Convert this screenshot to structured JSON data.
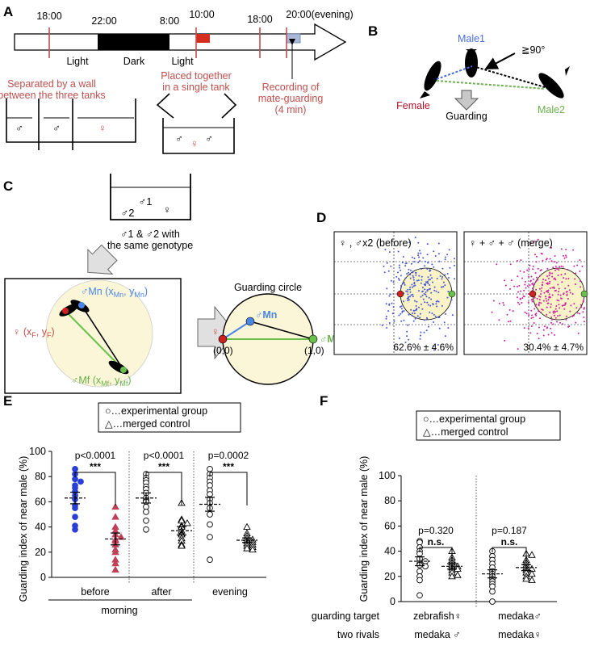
{
  "panels": {
    "A": {
      "label": "A",
      "times": [
        "18:00",
        "22:00",
        "8:00",
        "10:00",
        "18:00",
        "20:00(evening)"
      ],
      "light1": "Light",
      "dark": "Dark",
      "light2": "Light",
      "wall_note": [
        "Separated by a wall",
        "between the three tanks"
      ],
      "together_note": [
        "Placed together",
        "in a single tank"
      ],
      "recording_note": [
        "Recording of",
        "mate-guarding",
        "(4 min)"
      ],
      "male_symbol": "♂",
      "female_symbol": "♀",
      "colors": {
        "note": "#c0504d",
        "red_box": "#d62e1e",
        "blue_box": "#aab8d8"
      }
    },
    "B": {
      "label": "B",
      "male1": "Male1",
      "male2": "Male2",
      "female": "Female",
      "angle": "≧90°",
      "guarding": "Guarding",
      "colors": {
        "male1": "#4a6ee0",
        "male2": "#6ab04c",
        "female": "#b0102a"
      }
    },
    "C": {
      "label": "C",
      "tank_male1": "♂1",
      "tank_male2": "♂2",
      "tank_female": "♀",
      "genotype_note": [
        "♂1 & ♂2 with",
        "the same genotype"
      ],
      "f_label": "♀ (x",
      "f_sub": "F",
      "f_mid": ", y",
      "f_end": ")",
      "mn_label": "♂Mn (x",
      "mn_sub": "Mn",
      "mn_mid": ", y",
      "mn_end": ")",
      "mf_label": "♂Mf (x",
      "mf_sub": "Mf",
      "mf_mid": ", y",
      "mf_end": ")",
      "circle_title": "Guarding circle",
      "circle_mn": "♂Mn",
      "circle_mf": "♂Mf",
      "circle_female": "♀",
      "origin": "(0,0)",
      "unit": "(1,0)"
    },
    "D": {
      "label": "D",
      "left_title": "♀ , ♂x2  (before)",
      "right_title": "♀ + ♂ + ♂  (merge)",
      "left_pct": "62.6% ± 4.6%",
      "right_pct": "30.4% ± 4.7%",
      "colors": {
        "before_dots": "#4455dd",
        "merge_dots": "#d020a0",
        "circle_fill": "#fbf3c8"
      }
    },
    "E": {
      "label": "E",
      "legend": [
        "○…experimental group",
        "△…merged control"
      ],
      "groups": [
        "before",
        "after",
        "evening"
      ],
      "bracket_label": "morning",
      "pvalues": [
        "p<0.0001",
        "p<0.0001",
        "p=0.0002"
      ],
      "stars": [
        "***",
        "***",
        "***"
      ]
    },
    "F": {
      "label": "F",
      "legend": [
        "○…experimental group",
        "△…merged control"
      ],
      "row1_label": "guarding target",
      "row2_label": "two rivals",
      "target_1": "zebrafish♀",
      "target_2": "medaka♂",
      "rivals_1": "medaka ♂",
      "rivals_2": "medaka♀",
      "pvalues": [
        "p=0.320",
        "p=0.187"
      ],
      "ns": [
        "n.s.",
        "n.s."
      ]
    }
  },
  "chart_data": [
    {
      "type": "scatter",
      "panel": "E",
      "ylabel": "Guarding index of near male (%)",
      "ylim": [
        0,
        100
      ],
      "yticks": [
        0,
        20,
        40,
        60,
        80,
        100
      ],
      "series": [
        {
          "name": "before",
          "marker": "circle-filled",
          "color": "#2a3fd6",
          "mean": 63,
          "sem": 4.6,
          "values": [
            86,
            82,
            78,
            76,
            73,
            71,
            68,
            65,
            62,
            57,
            55,
            48,
            41,
            38
          ]
        },
        {
          "name": "before",
          "marker": "triangle-filled",
          "color": "#c0405a",
          "mean": 30.5,
          "sem": 4.7,
          "values": [
            56,
            48,
            40,
            37,
            34,
            32,
            30,
            29,
            26,
            22,
            20,
            14,
            11,
            6
          ]
        },
        {
          "name": "after",
          "marker": "circle-open",
          "color": "#000000",
          "mean": 63,
          "sem": 4.0,
          "values": [
            82,
            79,
            77,
            75,
            72,
            70,
            67,
            63,
            61,
            60,
            56,
            52,
            45,
            38
          ]
        },
        {
          "name": "after",
          "marker": "triangle-open",
          "color": "#000000",
          "mean": 37,
          "sem": 3.3,
          "values": [
            59,
            46,
            45,
            43,
            41,
            40,
            37,
            35,
            34,
            31,
            29,
            26,
            25
          ]
        },
        {
          "name": "evening",
          "marker": "circle-open",
          "color": "#000000",
          "mean": 58,
          "sem": 5.5,
          "values": [
            86,
            82,
            79,
            76,
            73,
            69,
            66,
            62,
            59,
            55,
            50,
            42,
            32,
            14
          ]
        },
        {
          "name": "evening",
          "marker": "triangle-open",
          "color": "#000000",
          "mean": 29.5,
          "sem": 1.8,
          "values": [
            40,
            35,
            33,
            31,
            30,
            29,
            28,
            27,
            26,
            25,
            24,
            23,
            22
          ]
        }
      ]
    },
    {
      "type": "scatter",
      "panel": "F",
      "ylabel": "Guarding index of near male (%)",
      "ylim": [
        0,
        100
      ],
      "yticks": [
        0,
        20,
        40,
        60,
        80,
        100
      ],
      "series": [
        {
          "name": "zebrafish♀",
          "marker": "circle-open",
          "mean": 32,
          "sem": 3.5,
          "values": [
            48,
            47,
            43,
            40,
            38,
            34,
            32,
            30,
            29,
            28,
            24,
            20,
            17,
            5
          ]
        },
        {
          "name": "zebrafish♀",
          "marker": "triangle-open",
          "mean": 28,
          "sem": 2.2,
          "values": [
            40,
            35,
            33,
            31,
            29,
            28,
            27,
            26,
            25,
            23,
            21,
            20
          ]
        },
        {
          "name": "medaka♂",
          "marker": "circle-open",
          "mean": 22,
          "sem": 3.2,
          "values": [
            40,
            36,
            33,
            30,
            27,
            24,
            22,
            20,
            18,
            16,
            14,
            12,
            8,
            0
          ]
        },
        {
          "name": "medaka♂",
          "marker": "triangle-open",
          "mean": 27,
          "sem": 2.4,
          "values": [
            38,
            37,
            33,
            31,
            29,
            27,
            26,
            25,
            23,
            22,
            20,
            18,
            17
          ]
        }
      ]
    }
  ]
}
